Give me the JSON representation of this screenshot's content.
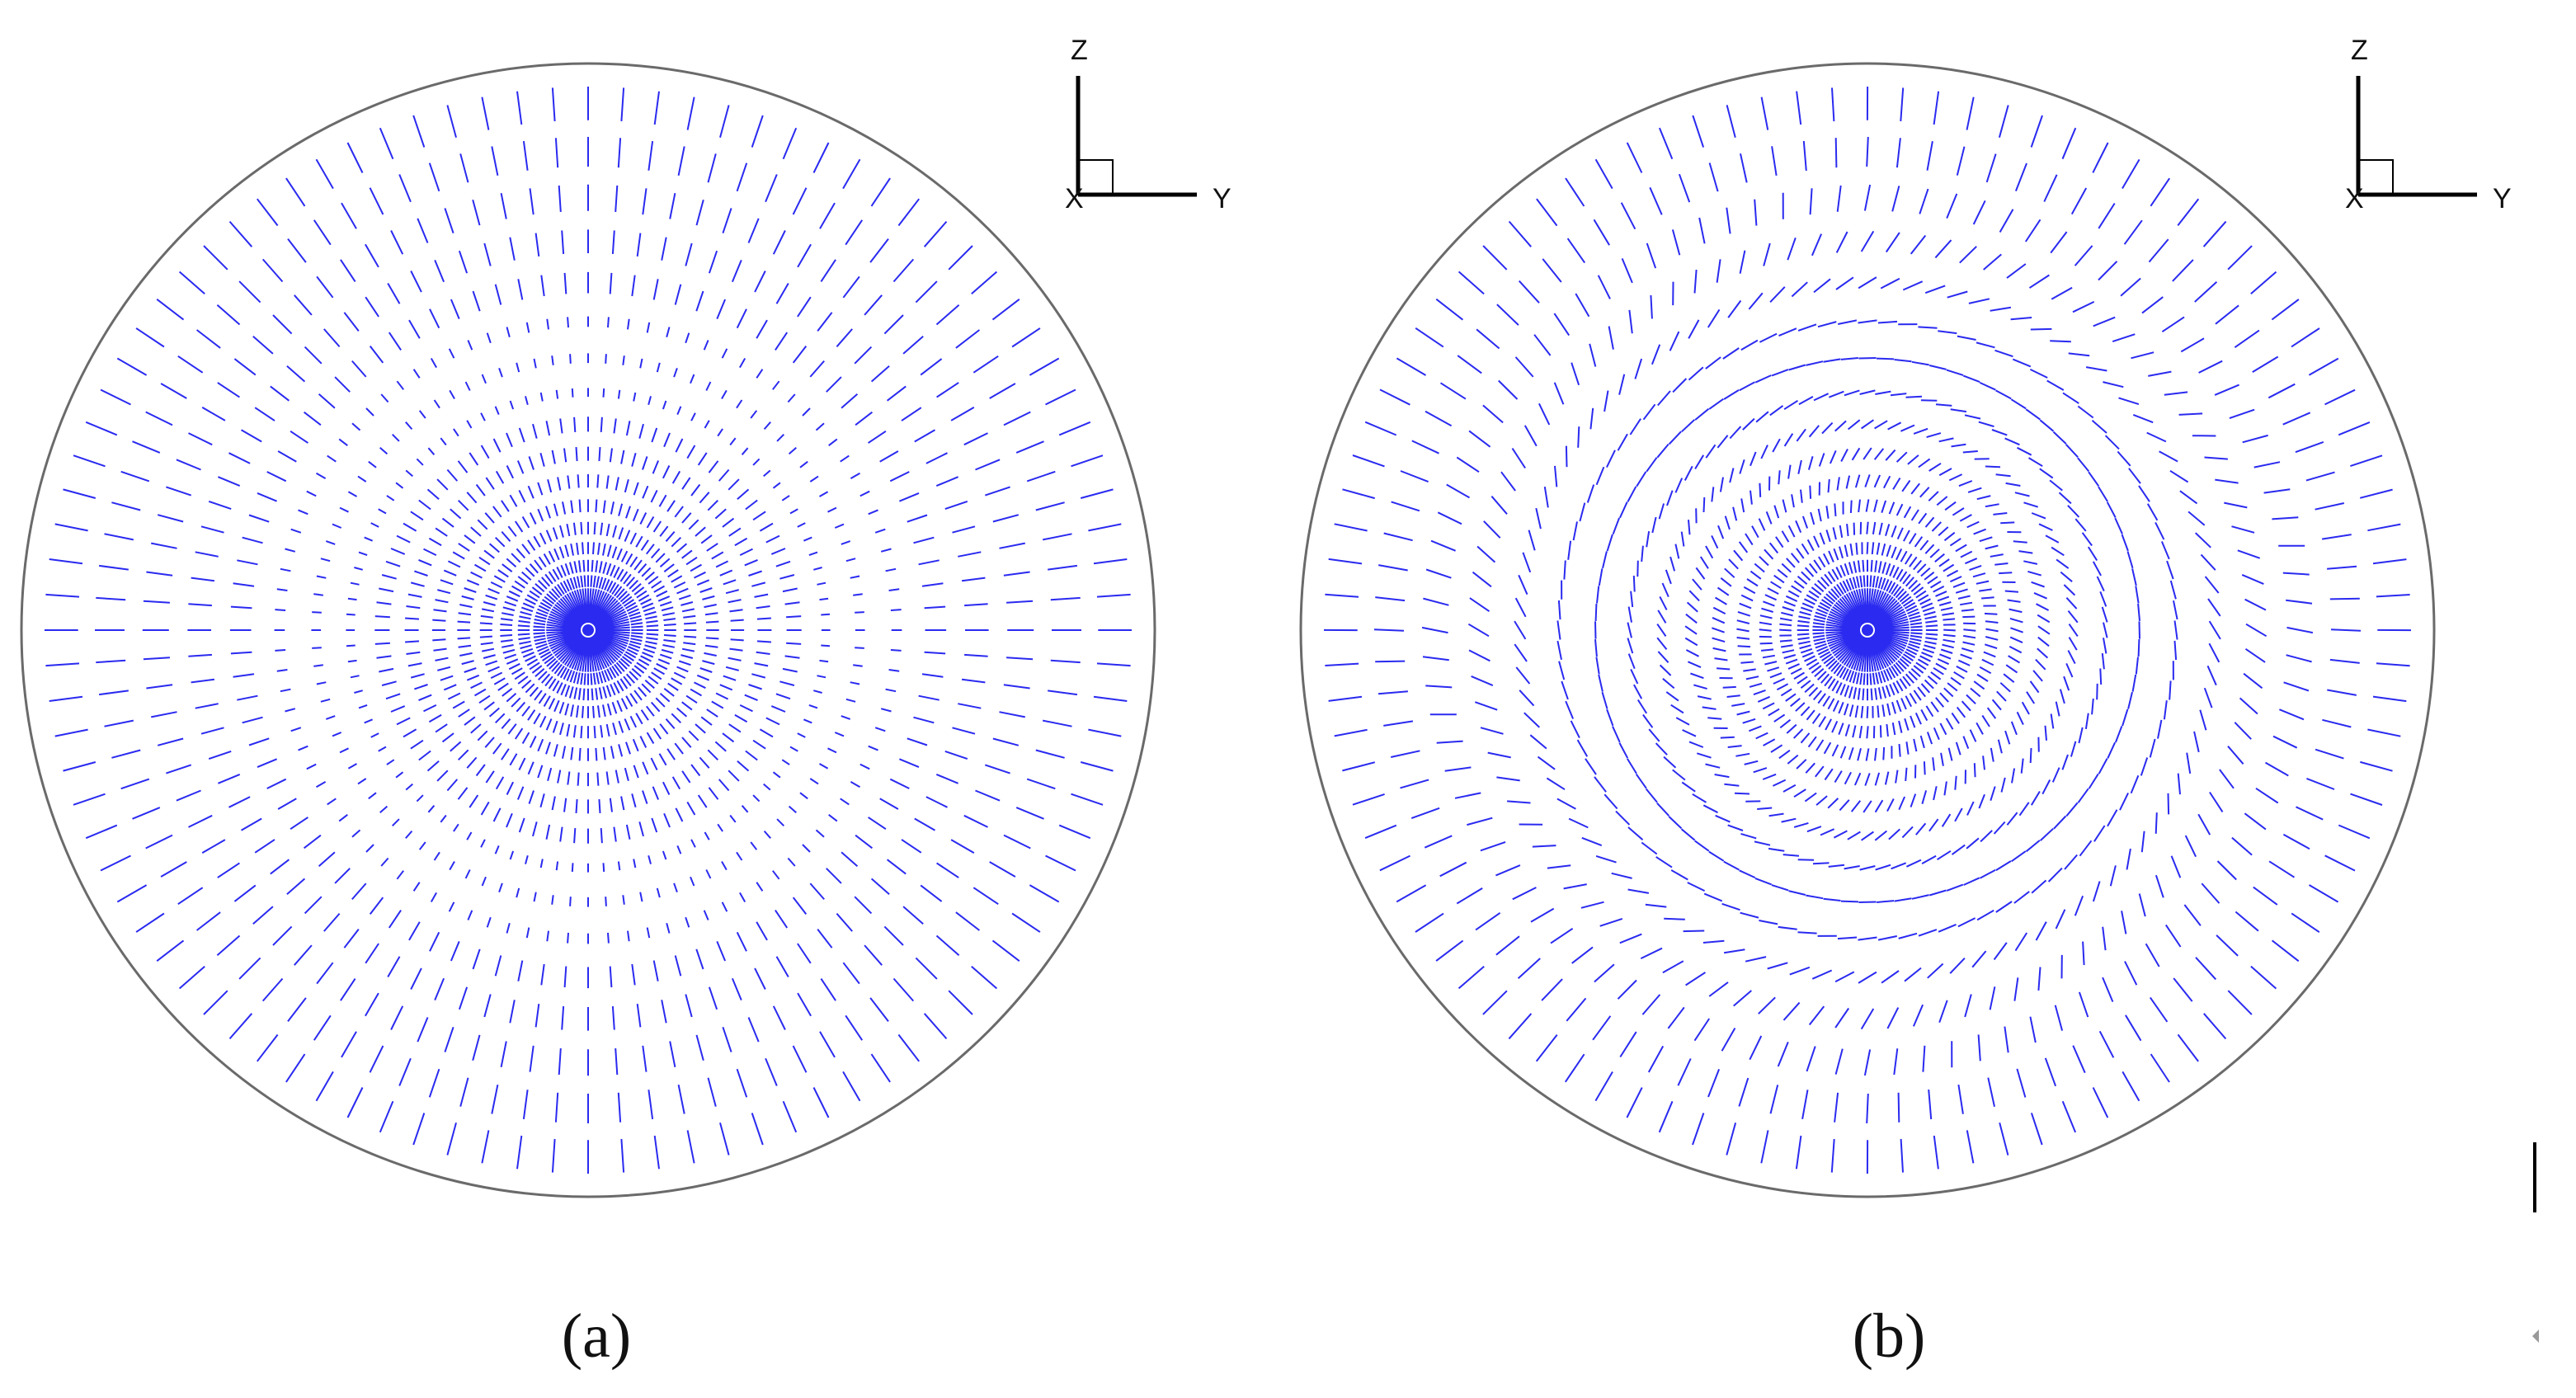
{
  "panels": [
    {
      "id": "a",
      "label": "(a)",
      "pattern": "radial",
      "axis_labels": {
        "vertical": "Z",
        "horizontal": "Y",
        "out_of_plane": "X"
      }
    },
    {
      "id": "b",
      "label": "(b)",
      "pattern": "swirl",
      "axis_labels": {
        "vertical": "Z",
        "horizontal": "Y",
        "out_of_plane": "X"
      }
    }
  ],
  "colors": {
    "vector": "#2a2af0",
    "boundary": "#6a6a6a",
    "text": "#111111"
  }
}
